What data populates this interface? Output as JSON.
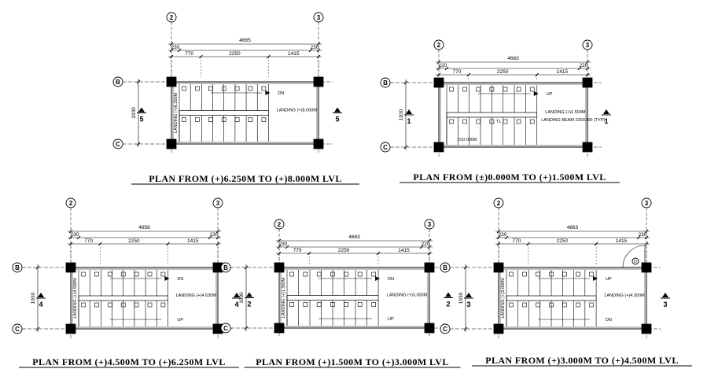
{
  "plans": [
    {
      "title": "PLAN FROM (+)6.250M TO (+)8.000M LVL",
      "grid_top": [
        "2",
        "3"
      ],
      "grid_left": [
        "B",
        "C"
      ],
      "overall_dim": "4665",
      "sub_dims": [
        "230",
        "230"
      ],
      "span_dims": [
        "770",
        "2250",
        "1415"
      ],
      "height_dim": "1930",
      "section": "5",
      "landing_left": "LANDING (+)6.250M",
      "landing_right": "LANDING (+)8.000M",
      "arrow_text": "DN"
    },
    {
      "title": "PLAN FROM (±)0.000M TO (+)1.500M LVL",
      "grid_top": [
        "2",
        "3"
      ],
      "grid_left": [
        "B",
        "C"
      ],
      "overall_dim": "4663",
      "sub_dims": [
        "220",
        "220"
      ],
      "span_dims": [
        "770",
        "2250",
        "1415"
      ],
      "height_dim": "1930",
      "section": "1",
      "landing_right": "LANDING (+)1.500M",
      "beam": "LANDING BEAM 230X300 (TYP)",
      "floor_level": "(±)0.000M",
      "arrow_text": "UP",
      "marker": "T1"
    },
    {
      "title": "PLAN FROM (+)4.500M TO (+)6.250M LVL",
      "grid_top": [
        "2",
        "3"
      ],
      "grid_left": [
        "B",
        "C"
      ],
      "overall_dim": "4658",
      "sub_dims": [
        "230",
        "230"
      ],
      "span_dims": [
        "770",
        "2250",
        "1415"
      ],
      "height_dim": "1930",
      "section": "4",
      "landing_left": "LANDING (+)4.500M",
      "landing_right": "LANDING (+)4.630M",
      "arrow_text": "DN",
      "arrow_text2": "UP"
    },
    {
      "title": "PLAN FROM (+)1.500M TO (+)3.000M LVL",
      "grid_top": [
        "2",
        "3"
      ],
      "grid_left": [
        "B",
        "C"
      ],
      "overall_dim": "4663",
      "sub_dims": [
        "230",
        "220"
      ],
      "span_dims": [
        "770",
        "2250",
        "1415"
      ],
      "height_dim": "1930",
      "section": "2",
      "landing_left": "LANDING (+)1.500M",
      "landing_right": "LANDING (+)3.300M",
      "arrow_text": "DN",
      "arrow_text2": "UP"
    },
    {
      "title": "PLAN FROM (+)3.000M TO (+)4.500M LVL",
      "grid_top": [
        "2",
        "3"
      ],
      "grid_left": [
        "B",
        "C"
      ],
      "overall_dim": "4663",
      "sub_dims": [
        "230",
        "230"
      ],
      "span_dims": [
        "770",
        "2250",
        "1415"
      ],
      "height_dim": "1930",
      "section": "3",
      "landing_left": "LANDING (+)3.000M",
      "landing_right": "LANDING (+)4.300M",
      "arrow_text": "UP",
      "arrow_text2": "DN",
      "door_tag": "D"
    }
  ]
}
